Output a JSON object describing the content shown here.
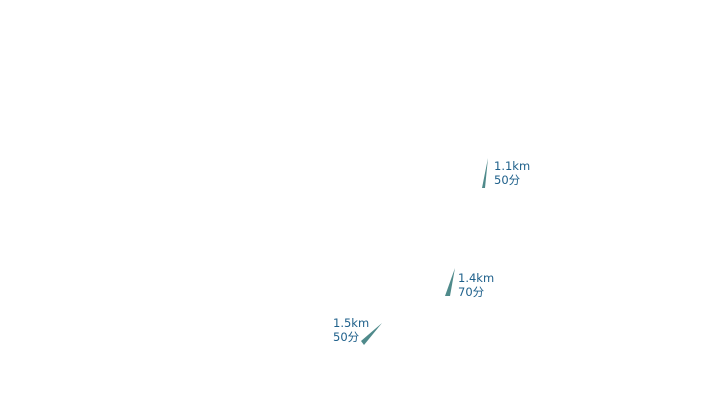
{
  "theme": {
    "marker_color": "#4f8a8b",
    "label_color": "#1d5f8a"
  },
  "markers": [
    {
      "icon": "wedge-marker-icon",
      "distance": "1.1km",
      "time": "50分"
    },
    {
      "icon": "wedge-marker-icon",
      "distance": "1.4km",
      "time": "70分"
    },
    {
      "icon": "wedge-marker-icon",
      "distance": "1.5km",
      "time": "50分"
    }
  ]
}
